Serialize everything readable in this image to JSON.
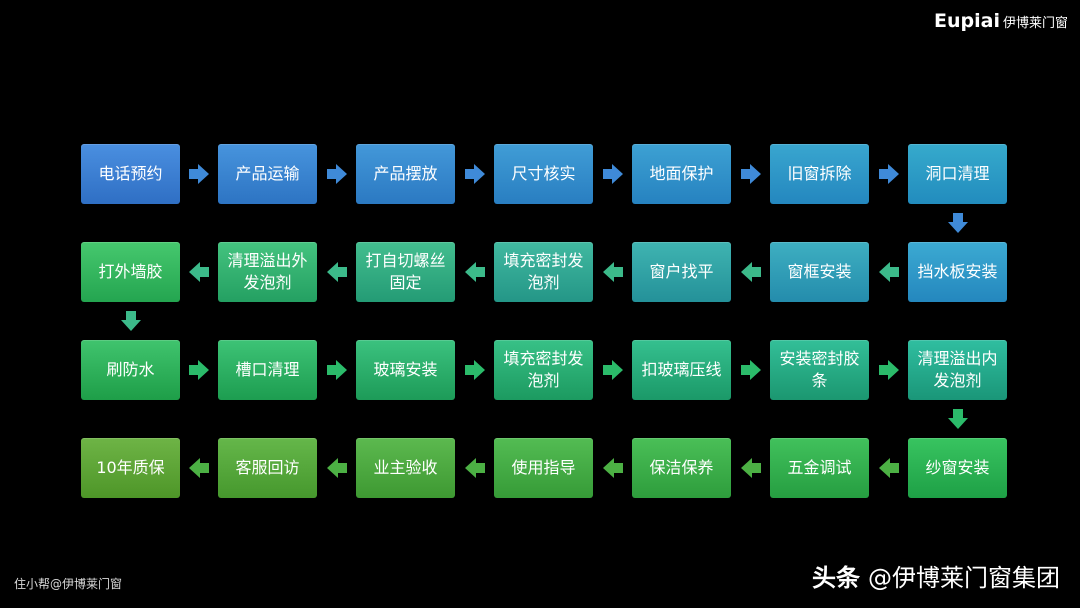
{
  "logo": {
    "latin": "Eupiai",
    "cn": "伊博莱门窗"
  },
  "colors": {
    "blue_step": "#3a7fd0",
    "teal_step": "#2ba8b8",
    "green_step": "#36b865",
    "lime_step": "#5cae3a"
  },
  "steps": [
    "电话预约",
    "产品运输",
    "产品摆放",
    "尺寸核实",
    "地面保护",
    "旧窗拆除",
    "洞口清理",
    "挡水板安装",
    "窗框安装",
    "窗户找平",
    "填充密封发泡剂",
    "打自切螺丝固定",
    "清理溢出外发泡剂",
    "打外墙胶",
    "刷防水",
    "槽口清理",
    "玻璃安装",
    "填充密封发泡剂",
    "扣玻璃压线",
    "安装密封胶条",
    "清理溢出内发泡剂",
    "纱窗安装",
    "五金调试",
    "保洁保养",
    "使用指导",
    "业主验收",
    "客服回访",
    "10年质保"
  ],
  "watermark_left": "住小帮@伊博莱门窗",
  "watermark_right": {
    "brand": "头条",
    "handle": "@伊博莱门窗集团"
  }
}
